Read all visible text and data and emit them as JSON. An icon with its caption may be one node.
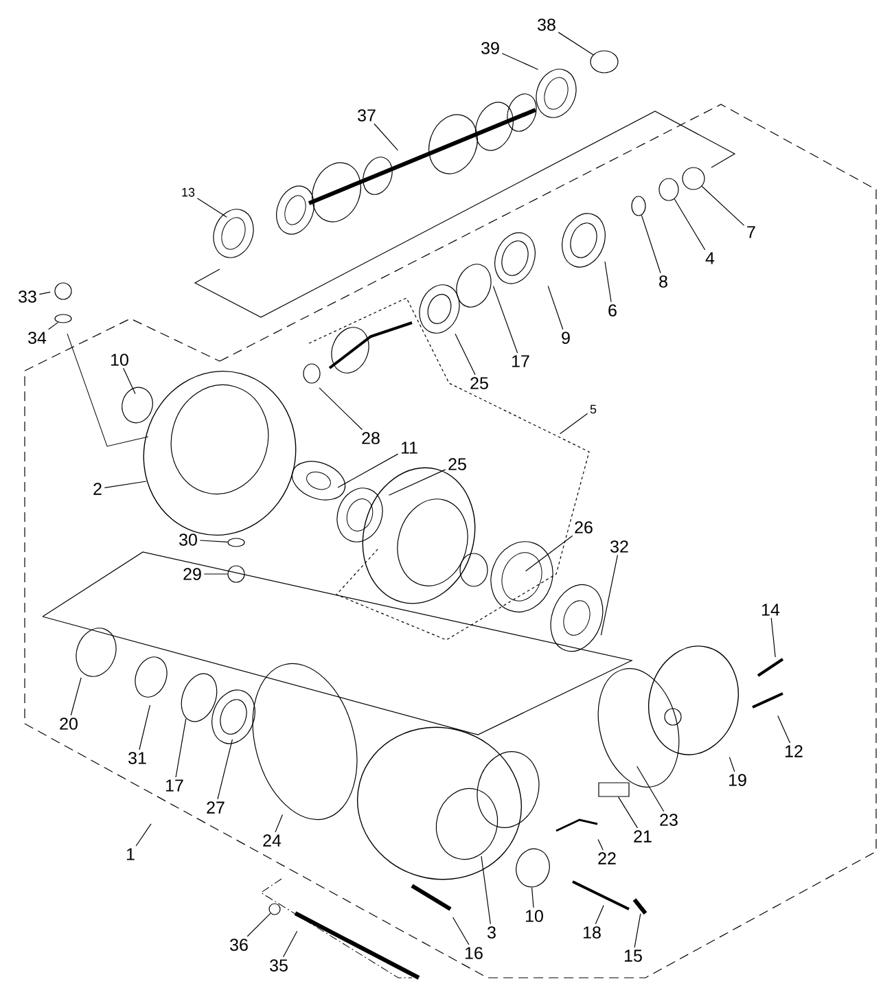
{
  "diagram": {
    "nodes": [
      {
        "text": [
          "38"
        ]
      },
      {
        "text": [
          "39"
        ]
      },
      {
        "text": [
          "37"
        ]
      },
      {
        "text": [
          "13"
        ]
      },
      {
        "text": [
          "7"
        ]
      },
      {
        "text": [
          "4"
        ]
      },
      {
        "text": [
          "8"
        ]
      },
      {
        "text": [
          "33"
        ]
      },
      {
        "text": [
          "6"
        ]
      },
      {
        "text": [
          "34"
        ]
      },
      {
        "text": [
          "9"
        ]
      },
      {
        "text": [
          "17"
        ]
      },
      {
        "text": [
          "10"
        ]
      },
      {
        "text": [
          "25"
        ]
      },
      {
        "text": [
          "5"
        ]
      },
      {
        "text": [
          "28"
        ]
      },
      {
        "text": [
          "11"
        ]
      },
      {
        "text": [
          "25"
        ]
      },
      {
        "text": [
          "2"
        ]
      },
      {
        "text": [
          "26"
        ]
      },
      {
        "text": [
          "30"
        ]
      },
      {
        "text": [
          "32"
        ]
      },
      {
        "text": [
          "29"
        ]
      },
      {
        "text": [
          "14"
        ]
      },
      {
        "text": [
          "20"
        ]
      },
      {
        "text": [
          "12"
        ]
      },
      {
        "text": [
          "31"
        ]
      },
      {
        "text": [
          "19"
        ]
      },
      {
        "text": [
          "17"
        ]
      },
      {
        "text": [
          "27"
        ]
      },
      {
        "text": [
          "23"
        ]
      },
      {
        "text": [
          "21"
        ]
      },
      {
        "text": [
          "24"
        ]
      },
      {
        "text": [
          "1"
        ]
      },
      {
        "text": [
          "22"
        ]
      },
      {
        "text": [
          "10"
        ]
      },
      {
        "text": [
          "3"
        ]
      },
      {
        "text": [
          "18"
        ]
      },
      {
        "text": [
          "36"
        ]
      },
      {
        "text": [
          "16"
        ]
      },
      {
        "text": [
          "15"
        ]
      },
      {
        "text": [
          "35"
        ]
      },
      {
        "text": [],
        "shape": "circle"
      },
      {
        "text": [],
        "shape": "circle"
      },
      {
        "text": [],
        "shape": "circle"
      },
      {
        "text": [],
        "shape": "circle"
      },
      {
        "text": [],
        "shape": "circle"
      },
      {
        "text": [],
        "shape": "circle"
      },
      {
        "text": [],
        "shape": "circle"
      },
      {
        "text": [],
        "shape": "box"
      },
      {
        "text": [],
        "shape": "circle"
      }
    ],
    "edges": [
      {
        "from": 0,
        "to": 42,
        "arrow": "none"
      },
      {
        "from": 1,
        "to": null,
        "arrow": "none"
      },
      {
        "from": 2,
        "to": null,
        "arrow": "none"
      },
      {
        "from": 3,
        "to": null,
        "arrow": "none"
      },
      {
        "from": 4,
        "to": 43,
        "arrow": "none"
      },
      {
        "from": 5,
        "to": 44,
        "arrow": "none"
      },
      {
        "from": 6,
        "to": 45,
        "arrow": "none"
      },
      {
        "from": 7,
        "to": null,
        "arrow": "none"
      },
      {
        "from": 8,
        "to": null,
        "arrow": "none"
      },
      {
        "from": 9,
        "to": 46,
        "arrow": "none"
      },
      {
        "from": 10,
        "to": null,
        "arrow": "none"
      },
      {
        "from": 11,
        "to": null,
        "arrow": "none"
      },
      {
        "from": 12,
        "to": null,
        "arrow": "none"
      },
      {
        "from": 13,
        "to": null,
        "arrow": "none"
      },
      {
        "from": 14,
        "to": null,
        "arrow": "none"
      },
      {
        "from": 15,
        "to": null,
        "arrow": "none"
      },
      {
        "from": 16,
        "to": null,
        "arrow": "none"
      },
      {
        "from": 17,
        "to": null,
        "arrow": "none"
      },
      {
        "from": 18,
        "to": null,
        "arrow": "none"
      },
      {
        "from": 19,
        "to": null,
        "arrow": "none"
      },
      {
        "from": 20,
        "to": 47,
        "arrow": "none"
      },
      {
        "from": 21,
        "to": null,
        "arrow": "none"
      },
      {
        "from": 22,
        "to": 48,
        "arrow": "none"
      },
      {
        "from": 23,
        "to": null,
        "arrow": "none"
      },
      {
        "from": 24,
        "to": null,
        "arrow": "none"
      },
      {
        "from": 25,
        "to": null,
        "arrow": "none"
      },
      {
        "from": 26,
        "to": null,
        "arrow": "none"
      },
      {
        "from": 27,
        "to": null,
        "arrow": "none"
      },
      {
        "from": 28,
        "to": null,
        "arrow": "none"
      },
      {
        "from": 29,
        "to": null,
        "arrow": "none"
      },
      {
        "from": 30,
        "to": null,
        "arrow": "none"
      },
      {
        "from": 31,
        "to": 49,
        "arrow": "none"
      },
      {
        "from": 32,
        "to": null,
        "arrow": "none"
      },
      {
        "from": 33,
        "to": null,
        "arrow": "none"
      },
      {
        "from": 34,
        "to": null,
        "arrow": "none"
      },
      {
        "from": 35,
        "to": null,
        "arrow": "none"
      },
      {
        "from": 36,
        "to": null,
        "arrow": "none"
      },
      {
        "from": 37,
        "to": null,
        "arrow": "none"
      },
      {
        "from": 38,
        "to": 50,
        "arrow": "none"
      },
      {
        "from": 39,
        "to": null,
        "arrow": "none"
      },
      {
        "from": 40,
        "to": null,
        "arrow": "none"
      },
      {
        "from": 41,
        "to": null,
        "arrow": "none"
      }
    ]
  }
}
